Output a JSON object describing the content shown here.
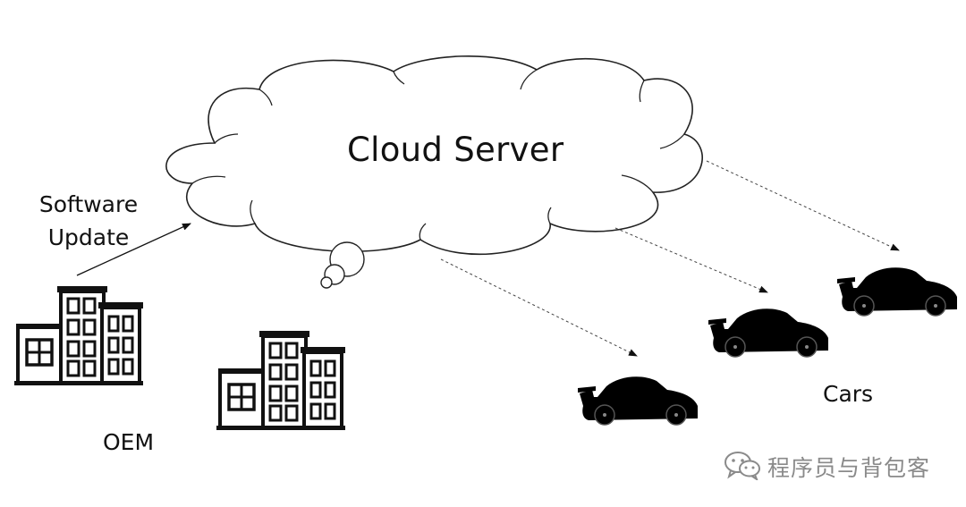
{
  "diagram": {
    "cloud_label": "Cloud Server",
    "update_label_line1": "Software",
    "update_label_line2": "Update",
    "oem_label": "OEM",
    "cars_label": "Cars"
  },
  "watermark": {
    "text": "程序员与背包客",
    "icon": "wechat-icon"
  },
  "colors": {
    "stroke": "#111111",
    "dotted": "#555555",
    "watermark": "#8a8a8a"
  }
}
